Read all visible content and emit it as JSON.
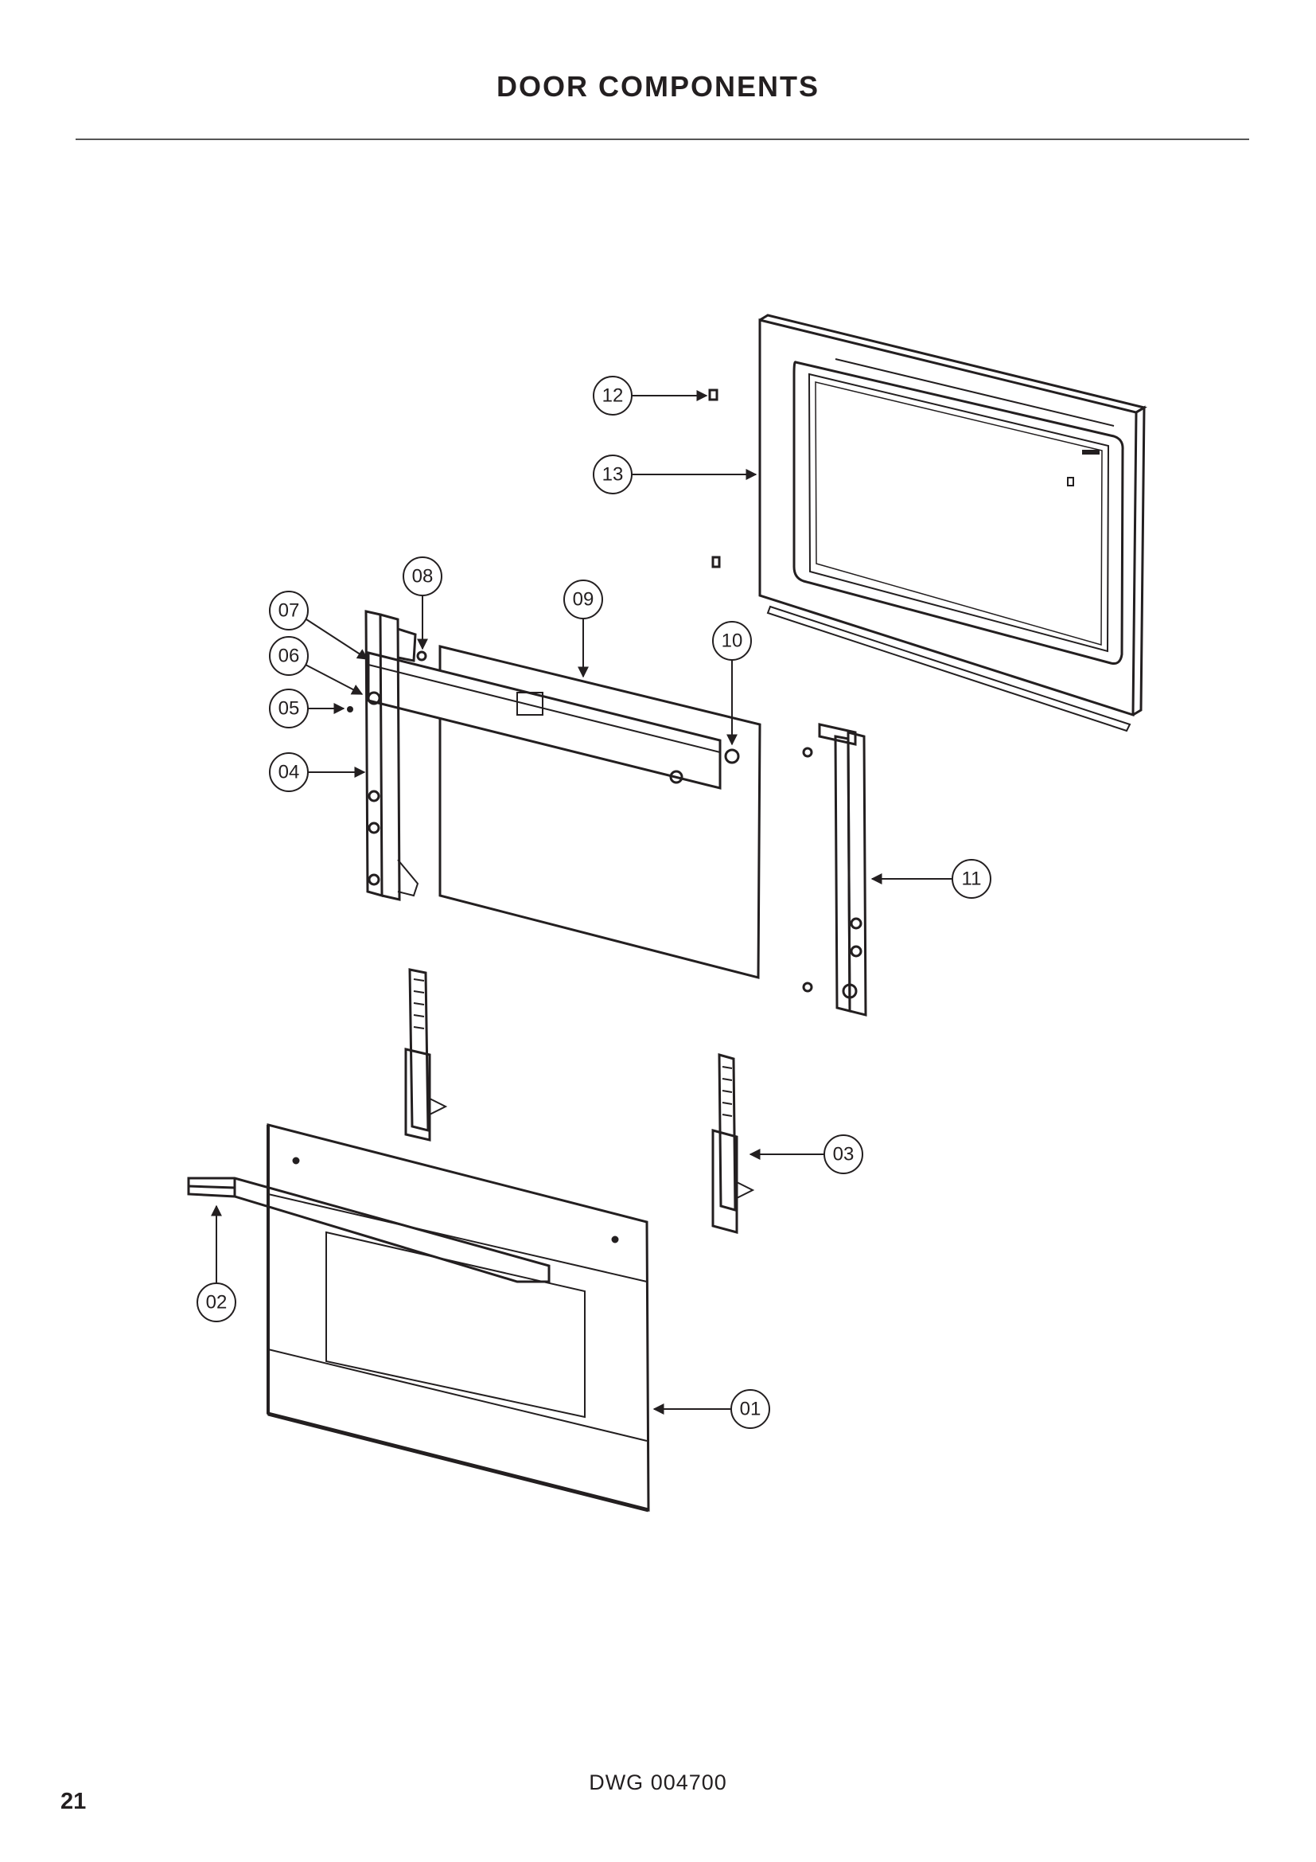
{
  "title": "DOOR COMPONENTS",
  "drawing_number": "DWG 004700",
  "page_number": "21",
  "callouts": [
    {
      "id": "c01",
      "label": "01"
    },
    {
      "id": "c02",
      "label": "02"
    },
    {
      "id": "c03",
      "label": "03"
    },
    {
      "id": "c04",
      "label": "04"
    },
    {
      "id": "c05",
      "label": "05"
    },
    {
      "id": "c06",
      "label": "06"
    },
    {
      "id": "c07",
      "label": "07"
    },
    {
      "id": "c08",
      "label": "08"
    },
    {
      "id": "c09",
      "label": "09"
    },
    {
      "id": "c10",
      "label": "10"
    },
    {
      "id": "c11",
      "label": "11"
    },
    {
      "id": "c12",
      "label": "12"
    },
    {
      "id": "c13",
      "label": "13"
    }
  ]
}
